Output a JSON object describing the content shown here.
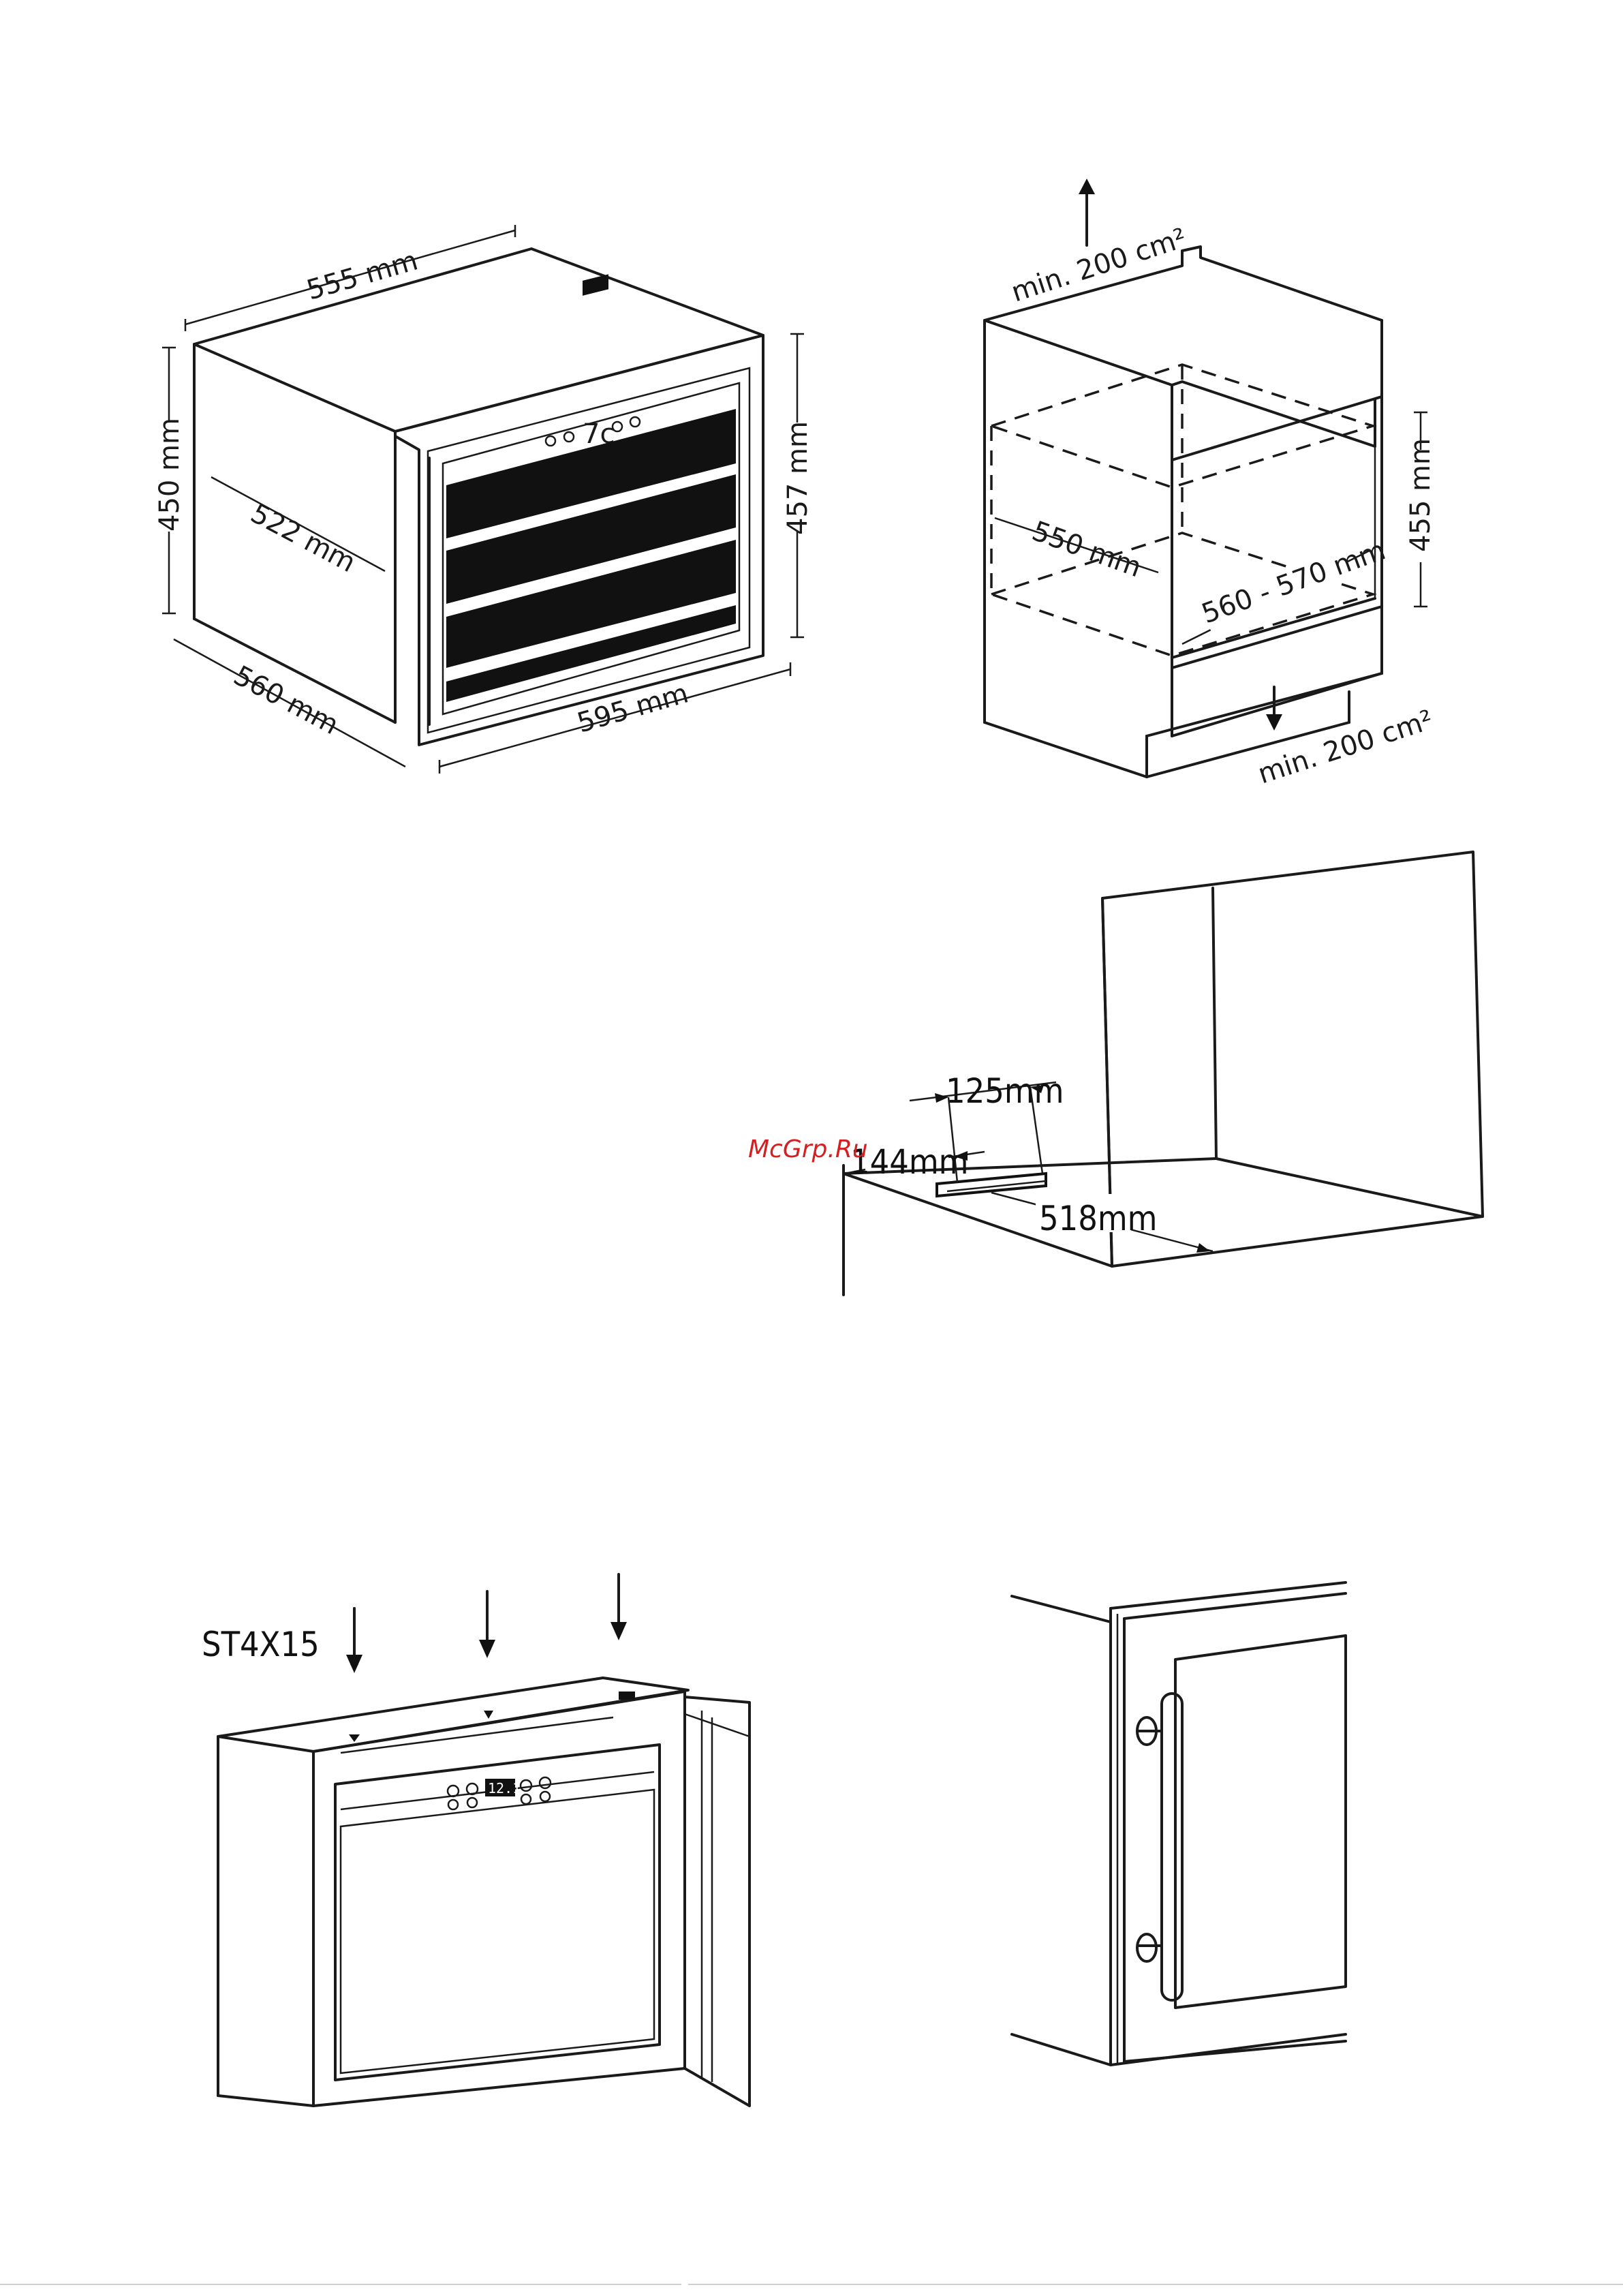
{
  "figure1": {
    "width_top": "555 mm",
    "height_left": "450 mm",
    "inner_depth": "522 mm",
    "depth_bottom": "560 mm",
    "height_right": "457 mm",
    "width_front": "595 mm",
    "display": "7c"
  },
  "figure2": {
    "vent_top": "min. 200 cm²",
    "depth": "550 mm",
    "height": "455 mm",
    "width_range": "560 - 570 mm",
    "vent_bottom": "min. 200 cm²"
  },
  "figure3": {
    "dim_width": "125mm",
    "dim_offset": "144mm",
    "dim_depth": "518mm"
  },
  "watermark": "McGrp.Ru",
  "figure4": {
    "screw_label": "ST4X15",
    "display": "12.1"
  }
}
